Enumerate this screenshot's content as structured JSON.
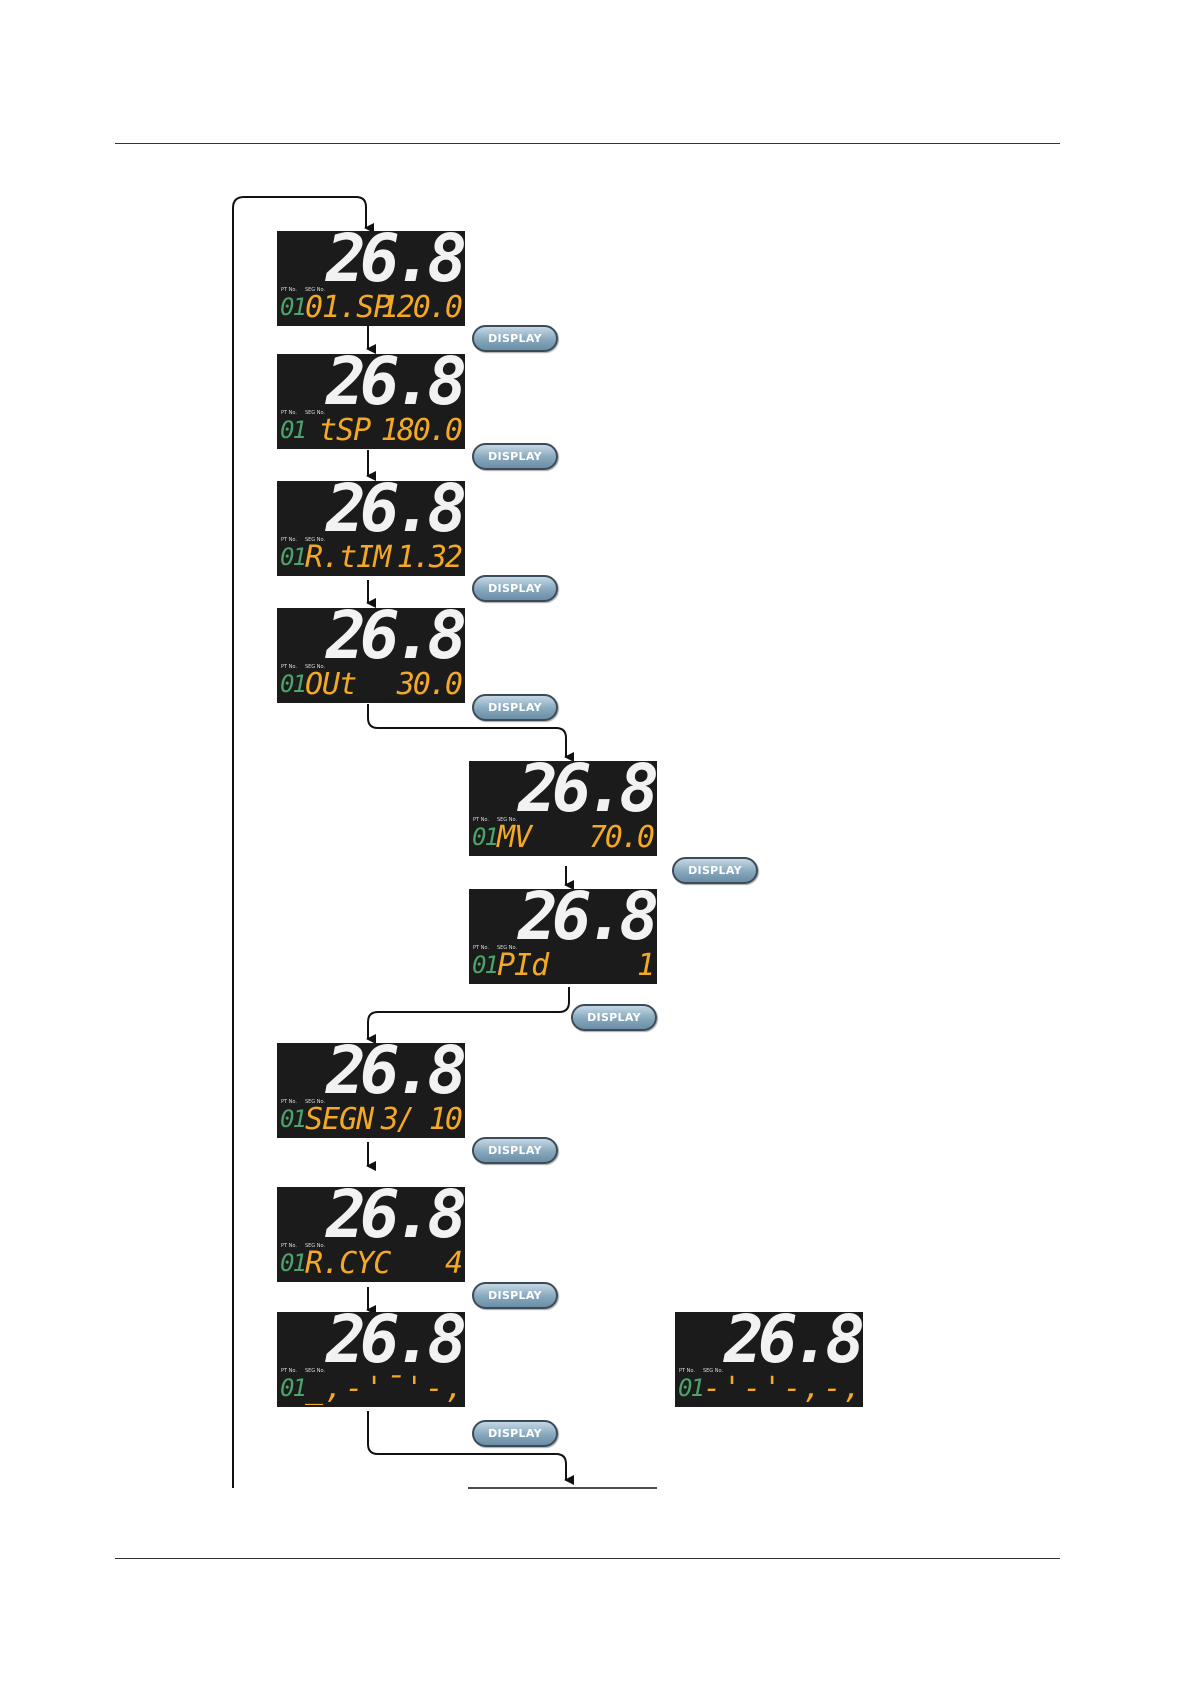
{
  "button_label": "DISPLAY",
  "colors": {
    "panel": "#1b1b1b",
    "pv": "#f2f2f2",
    "param": "#f3a826",
    "pattern": "#4ca36b",
    "button": "#86a7bc"
  },
  "screens": [
    {
      "id": "sp",
      "pv": "26.8",
      "ptn_tag": "PT No.",
      "seg_tag": "SEG No.",
      "ptn": "01",
      "param": "01.SP",
      "value": "120.0"
    },
    {
      "id": "tsp",
      "pv": "26.8",
      "ptn_tag": "PT No.",
      "seg_tag": "SEG No.",
      "ptn": "01",
      "param": "tSP",
      "value": "180.0"
    },
    {
      "id": "rtim",
      "pv": "26.8",
      "ptn_tag": "PT No.",
      "seg_tag": "SEG No.",
      "ptn": "01",
      "param": "R.tIM",
      "value": "1.32"
    },
    {
      "id": "out",
      "pv": "26.8",
      "ptn_tag": "PT No.",
      "seg_tag": "SEG No.",
      "ptn": "01",
      "param": "OUt",
      "value": "30.0"
    },
    {
      "id": "mv",
      "pv": "26.8",
      "ptn_tag": "PT No.",
      "seg_tag": "SEG No.",
      "ptn": "01",
      "param": "MV",
      "value": "70.0"
    },
    {
      "id": "pid",
      "pv": "26.8",
      "ptn_tag": "PT No.",
      "seg_tag": "SEG No.",
      "ptn": "01",
      "param": "PId",
      "value": "1"
    },
    {
      "id": "segn",
      "pv": "26.8",
      "ptn_tag": "PT No.",
      "seg_tag": "SEG No.",
      "ptn": "01",
      "param": "SEGN",
      "value": "3/ 10"
    },
    {
      "id": "rcyc",
      "pv": "26.8",
      "ptn_tag": "PT No.",
      "seg_tag": "SEG No.",
      "ptn": "01",
      "param": "R.CYC",
      "value": "4"
    },
    {
      "id": "prog1",
      "pv": "26.8",
      "ptn_tag": "PT No.",
      "seg_tag": "SEG No.",
      "ptn": "01",
      "param": "_,-'¯'-,_",
      "value": ""
    },
    {
      "id": "prog2",
      "pv": "26.8",
      "ptn_tag": "PT No.",
      "seg_tag": "SEG No.",
      "ptn": "01",
      "param": "-'-'-,-,-",
      "value": ""
    }
  ]
}
